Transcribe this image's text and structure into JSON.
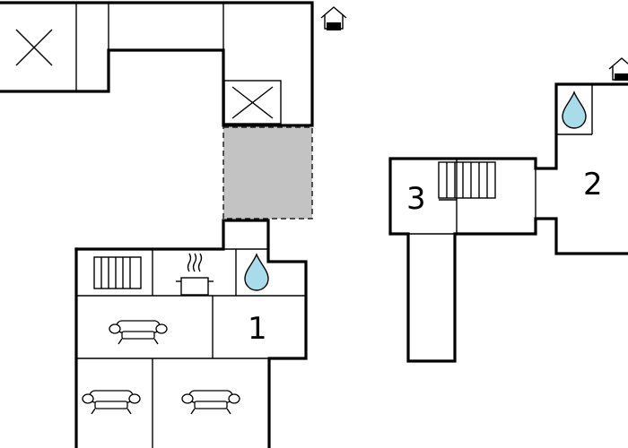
{
  "rooms": {
    "room_1": "1",
    "room_2": "2",
    "room_3": "3"
  },
  "icons": {
    "entrance": "house-entrance-icon",
    "stove_top": "stove-cross-icon",
    "radiator": "radiator-icon",
    "water": "water-drop-icon",
    "cooking": "steaming-pot-icon",
    "sofa": "sofa-icon"
  },
  "colors": {
    "wall": "#000000",
    "terrace": "#c3c3c3",
    "water_drop": "#a9dcea"
  }
}
